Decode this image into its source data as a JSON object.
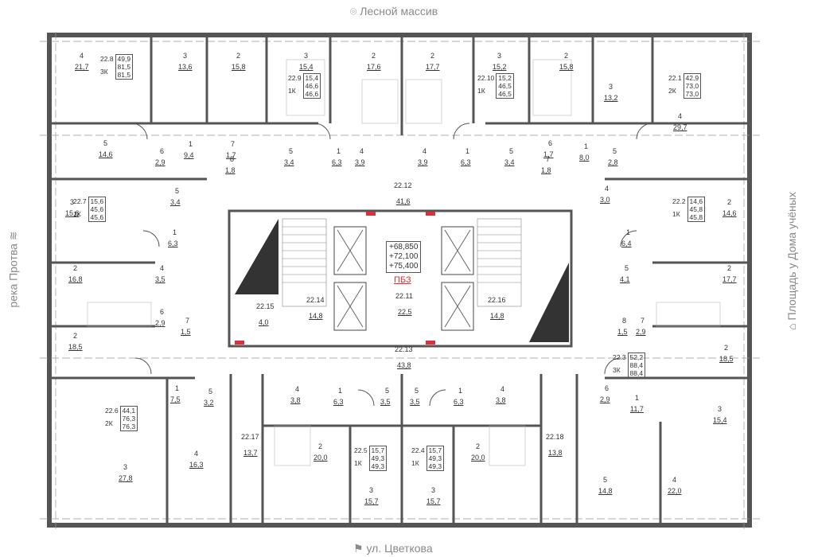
{
  "compass": {
    "north": "Лесной массив",
    "south": "ул. Цветкова",
    "west": "река Протва",
    "east": "Площадь у Дома учёных"
  },
  "elevations": [
    "+68,850",
    "+72,100",
    "+75,400"
  ],
  "pbz": "ПБЗ",
  "apartments": [
    {
      "id": "22.8",
      "type": "3К",
      "vals": [
        "49,9",
        "81,5",
        "81,5"
      ]
    },
    {
      "id": "22.9",
      "type": "1К",
      "vals": [
        "15,4",
        "46,6",
        "46,6"
      ]
    },
    {
      "id": "22.10",
      "type": "1К",
      "vals": [
        "15,2",
        "46,5",
        "46,5"
      ]
    },
    {
      "id": "22.1",
      "type": "2К",
      "vals": [
        "42,9",
        "73,0",
        "73,0"
      ]
    },
    {
      "id": "22.7",
      "type": "1К",
      "vals": [
        "15,6",
        "45,6",
        "45,6"
      ]
    },
    {
      "id": "22.2",
      "type": "1К",
      "vals": [
        "14,6",
        "45,8",
        "45,8"
      ]
    },
    {
      "id": "22.3",
      "type": "3К",
      "vals": [
        "52,2",
        "88,4",
        "88,4"
      ]
    },
    {
      "id": "22.6",
      "type": "2К",
      "vals": [
        "44,1",
        "76,3",
        "76,3"
      ]
    },
    {
      "id": "22.5",
      "type": "1К",
      "vals": [
        "15,7",
        "49,3",
        "49,3"
      ]
    },
    {
      "id": "22.4",
      "type": "1К",
      "vals": [
        "15,7",
        "49,3",
        "49,3"
      ]
    }
  ],
  "rooms": [
    {
      "n": "4",
      "a": "21,7"
    },
    {
      "n": "3",
      "a": "13,6"
    },
    {
      "n": "2",
      "a": "15,8"
    },
    {
      "n": "3",
      "a": "15,4"
    },
    {
      "n": "2",
      "a": "17,6"
    },
    {
      "n": "2",
      "a": "17,7"
    },
    {
      "n": "3",
      "a": "15,2"
    },
    {
      "n": "2",
      "a": "15,8"
    },
    {
      "n": "3",
      "a": "13,2"
    },
    {
      "n": "4",
      "a": "29,7"
    },
    {
      "n": "5",
      "a": "14,6"
    },
    {
      "n": "6",
      "a": "2,9"
    },
    {
      "n": "1",
      "a": "9,4"
    },
    {
      "n": "7",
      "a": "1,7"
    },
    {
      "n": "8",
      "a": "1,8"
    },
    {
      "n": "5",
      "a": "3,4"
    },
    {
      "n": "1",
      "a": "6,3"
    },
    {
      "n": "4",
      "a": "3,9"
    },
    {
      "n": "4",
      "a": "3,9"
    },
    {
      "n": "1",
      "a": "6,3"
    },
    {
      "n": "5",
      "a": "3,4"
    },
    {
      "n": "6",
      "a": "1,7"
    },
    {
      "n": "7",
      "a": "1,8"
    },
    {
      "n": "1",
      "a": "8,0"
    },
    {
      "n": "5",
      "a": "2,8"
    },
    {
      "n": "3",
      "a": "15,6"
    },
    {
      "n": "5",
      "a": "3,4"
    },
    {
      "n": "1",
      "a": "6,3"
    },
    {
      "n": "2",
      "a": "16,8"
    },
    {
      "n": "4",
      "a": "3,5"
    },
    {
      "n": "6",
      "a": "2,9"
    },
    {
      "n": "7",
      "a": "1,5"
    },
    {
      "n": "2",
      "a": "18,5"
    },
    {
      "n": "4",
      "a": "3,0"
    },
    {
      "n": "2",
      "a": "14,6"
    },
    {
      "n": "1",
      "a": "6,4"
    },
    {
      "n": "2",
      "a": "17,7"
    },
    {
      "n": "5",
      "a": "4,1"
    },
    {
      "n": "8",
      "a": "1,5"
    },
    {
      "n": "7",
      "a": "2,9"
    },
    {
      "n": "2",
      "a": "18,5"
    },
    {
      "n": "1",
      "a": "7,5"
    },
    {
      "n": "5",
      "a": "3,2"
    },
    {
      "n": "3",
      "a": "27,8"
    },
    {
      "n": "4",
      "a": "16,3"
    },
    {
      "n": "4",
      "a": "3,8"
    },
    {
      "n": "1",
      "a": "6,3"
    },
    {
      "n": "5",
      "a": "3,5"
    },
    {
      "n": "5",
      "a": "3,5"
    },
    {
      "n": "1",
      "a": "6,3"
    },
    {
      "n": "4",
      "a": "3,8"
    },
    {
      "n": "2",
      "a": "20,0"
    },
    {
      "n": "2",
      "a": "20,0"
    },
    {
      "n": "3",
      "a": "15,7"
    },
    {
      "n": "3",
      "a": "15,7"
    },
    {
      "n": "6",
      "a": "2,9"
    },
    {
      "n": "1",
      "a": "11,7"
    },
    {
      "n": "3",
      "a": "15,4"
    },
    {
      "n": "5",
      "a": "14,8"
    },
    {
      "n": "4",
      "a": "22,0"
    }
  ],
  "common": [
    {
      "id": "22.12",
      "a": "41,6"
    },
    {
      "id": "22.11",
      "a": "22,5"
    },
    {
      "id": "22.13",
      "a": "43,8"
    },
    {
      "id": "22.14",
      "a": "14,8"
    },
    {
      "id": "22.15",
      "a": "4,0"
    },
    {
      "id": "22.16",
      "a": "14,8"
    },
    {
      "id": "22.17",
      "a": "13,7"
    },
    {
      "id": "22.18",
      "a": "13,8"
    }
  ]
}
